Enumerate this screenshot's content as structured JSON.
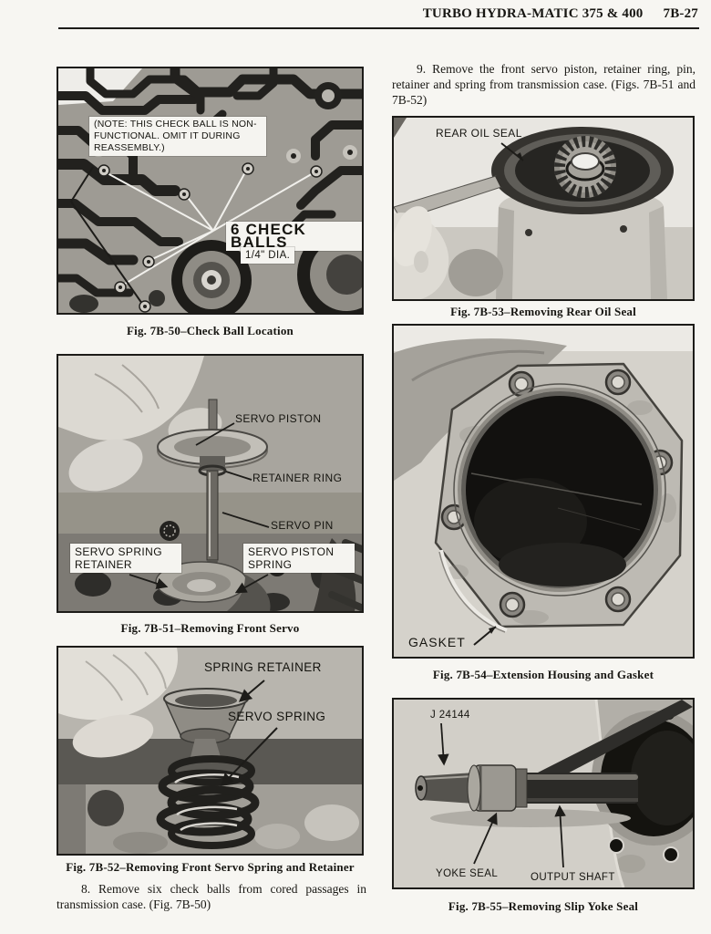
{
  "header": {
    "title": "TURBO HYDRA-MATIC 375 & 400",
    "page_number": "7B-27"
  },
  "paragraphs": {
    "step9": "9. Remove the front servo piston, retainer ring, pin, retainer and spring from transmission case. (Figs. 7B-51 and 7B-52)",
    "step8": "8. Remove six check balls from cored passages in transmission case. (Fig. 7B-50)"
  },
  "figures": {
    "fig50": {
      "caption": "Fig. 7B-50–Check Ball Location",
      "note": "(NOTE: THIS CHECK BALL IS NON-\nFUNCTIONAL.  OMIT IT DURING\nREASSEMBLY.)",
      "check_balls_label": "6 CHECK BALLS",
      "dia_label": "1/4\" DIA."
    },
    "fig51": {
      "caption": "Fig. 7B-51–Removing Front Servo",
      "labels": {
        "servo_piston": "SERVO PISTON",
        "retainer_ring": "RETAINER RING",
        "servo_pin": "SERVO PIN",
        "servo_spring_retainer": "SERVO SPRING\nRETAINER",
        "servo_piston_spring": "SERVO PISTON\nSPRING"
      }
    },
    "fig52": {
      "caption": "Fig. 7B-52–Removing Front Servo Spring and Retainer",
      "labels": {
        "spring_retainer": "SPRING RETAINER",
        "servo_spring": "SERVO SPRING"
      }
    },
    "fig53": {
      "caption": "Fig. 7B-53–Removing Rear Oil Seal",
      "labels": {
        "rear_oil_seal": "REAR OIL SEAL"
      }
    },
    "fig54": {
      "caption": "Fig. 7B-54–Extension Housing and Gasket",
      "labels": {
        "gasket": "GASKET"
      }
    },
    "fig55": {
      "caption": "Fig. 7B-55–Removing Slip Yoke Seal",
      "labels": {
        "tool": "J 24144",
        "yoke_seal": "YOKE SEAL",
        "output_shaft": "OUTPUT SHAFT"
      }
    }
  }
}
